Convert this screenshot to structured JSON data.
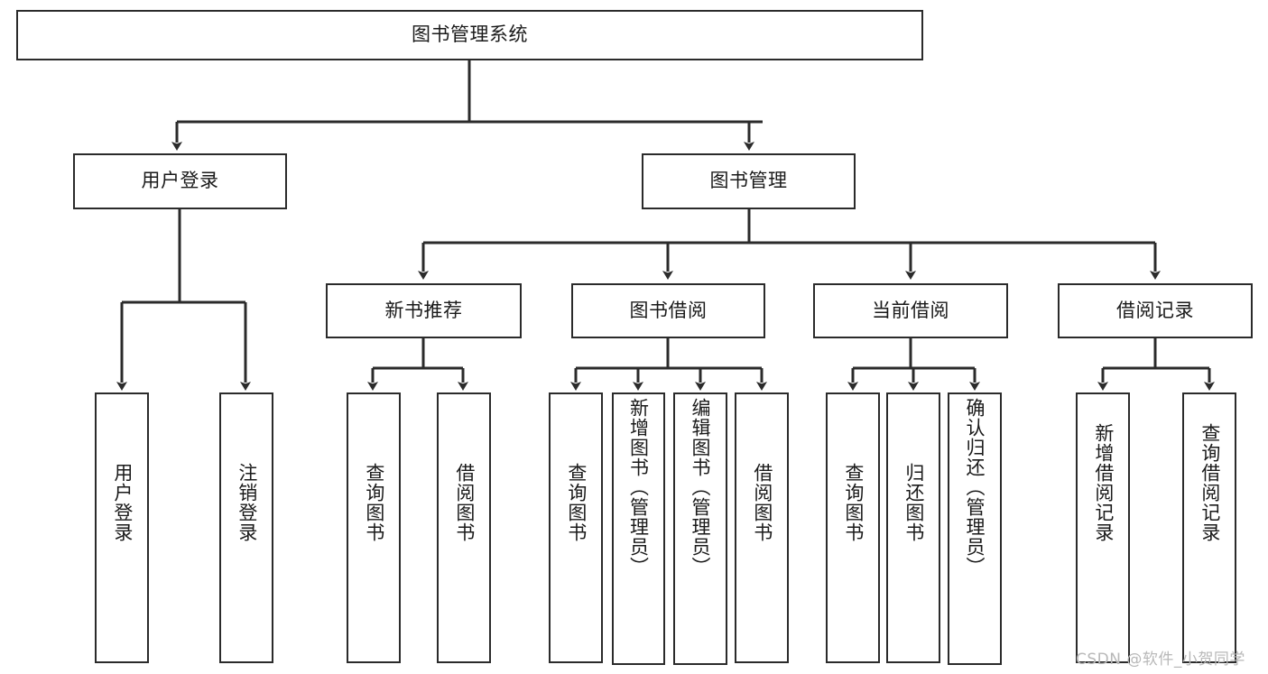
{
  "diagram": {
    "type": "tree",
    "title": "图书管理系统",
    "root": {
      "id": "root",
      "label": "图书管理系统"
    },
    "level2": [
      {
        "id": "user-login",
        "label": "用户登录"
      },
      {
        "id": "book-manage",
        "label": "图书管理"
      }
    ],
    "level3": [
      {
        "id": "new-book-recommend",
        "label": "新书推荐",
        "parent": "book-manage"
      },
      {
        "id": "book-borrow",
        "label": "图书借阅",
        "parent": "book-manage"
      },
      {
        "id": "current-borrow",
        "label": "当前借阅",
        "parent": "book-manage"
      },
      {
        "id": "borrow-record",
        "label": "借阅记录",
        "parent": "book-manage"
      }
    ],
    "leaves": [
      {
        "id": "leaf-user-login",
        "label": "用户登录",
        "parent": "user-login"
      },
      {
        "id": "leaf-logout-login",
        "label": "注销登录",
        "parent": "user-login"
      },
      {
        "id": "leaf-query-book-1",
        "label": "查询图书",
        "parent": "new-book-recommend"
      },
      {
        "id": "leaf-borrow-book-1",
        "label": "借阅图书",
        "parent": "new-book-recommend"
      },
      {
        "id": "leaf-query-book-2",
        "label": "查询图书",
        "parent": "book-borrow"
      },
      {
        "id": "leaf-add-book",
        "label": "新增图书（管理员）",
        "parent": "book-borrow"
      },
      {
        "id": "leaf-edit-book",
        "label": "编辑图书（管理员）",
        "parent": "book-borrow"
      },
      {
        "id": "leaf-borrow-book-2",
        "label": "借阅图书",
        "parent": "book-borrow"
      },
      {
        "id": "leaf-query-book-3",
        "label": "查询图书",
        "parent": "current-borrow"
      },
      {
        "id": "leaf-return-book",
        "label": "归还图书",
        "parent": "current-borrow"
      },
      {
        "id": "leaf-confirm-return",
        "label": "确认归还（管理员）",
        "parent": "current-borrow"
      },
      {
        "id": "leaf-add-record",
        "label": "新增借阅记录",
        "parent": "borrow-record"
      },
      {
        "id": "leaf-query-record",
        "label": "查询借阅记录",
        "parent": "borrow-record"
      }
    ],
    "colors": {
      "stroke": "#2b2b2b",
      "fill": "#ffffff",
      "text": "#1a1a1a",
      "watermark": "#b8b8b8"
    }
  },
  "watermark": {
    "text": "CSDN @软件_小贺同学"
  }
}
